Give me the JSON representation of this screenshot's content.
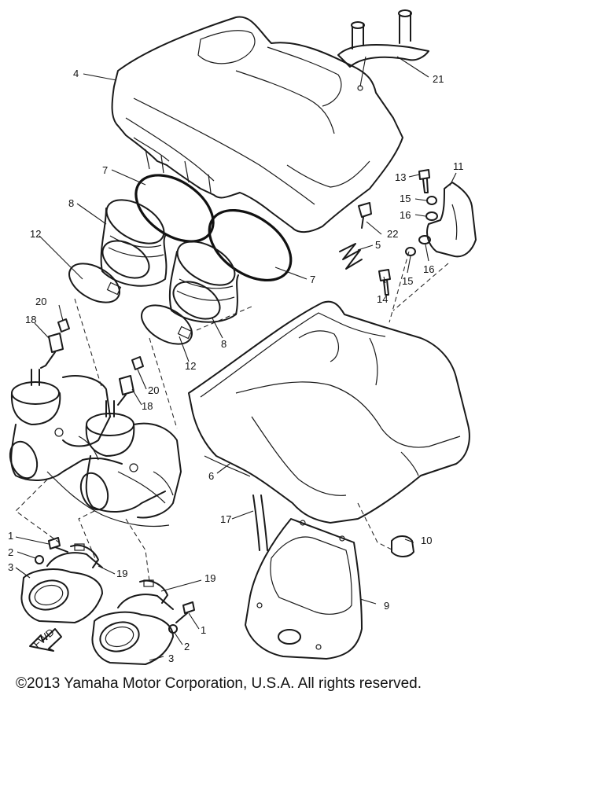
{
  "footer": {
    "copyright": "©2013 Yamaha Motor Corporation, U.S.A. All rights reserved."
  },
  "diagram": {
    "fwd_label": "FWD",
    "callouts": {
      "c1a": "1",
      "c1b": "1",
      "c2a": "2",
      "c2b": "2",
      "c3a": "3",
      "c3b": "3",
      "c4": "4",
      "c5": "5",
      "c6": "6",
      "c7a": "7",
      "c7b": "7",
      "c8a": "8",
      "c8b": "8",
      "c9": "9",
      "c10": "10",
      "c11": "11",
      "c12a": "12",
      "c12b": "12",
      "c13": "13",
      "c14": "14",
      "c15a": "15",
      "c15b": "15",
      "c16a": "16",
      "c16b": "16",
      "c17": "17",
      "c18a": "18",
      "c18b": "18",
      "c19a": "19",
      "c19b": "19",
      "c20a": "20",
      "c20b": "20",
      "c21": "21",
      "c22": "22"
    }
  }
}
